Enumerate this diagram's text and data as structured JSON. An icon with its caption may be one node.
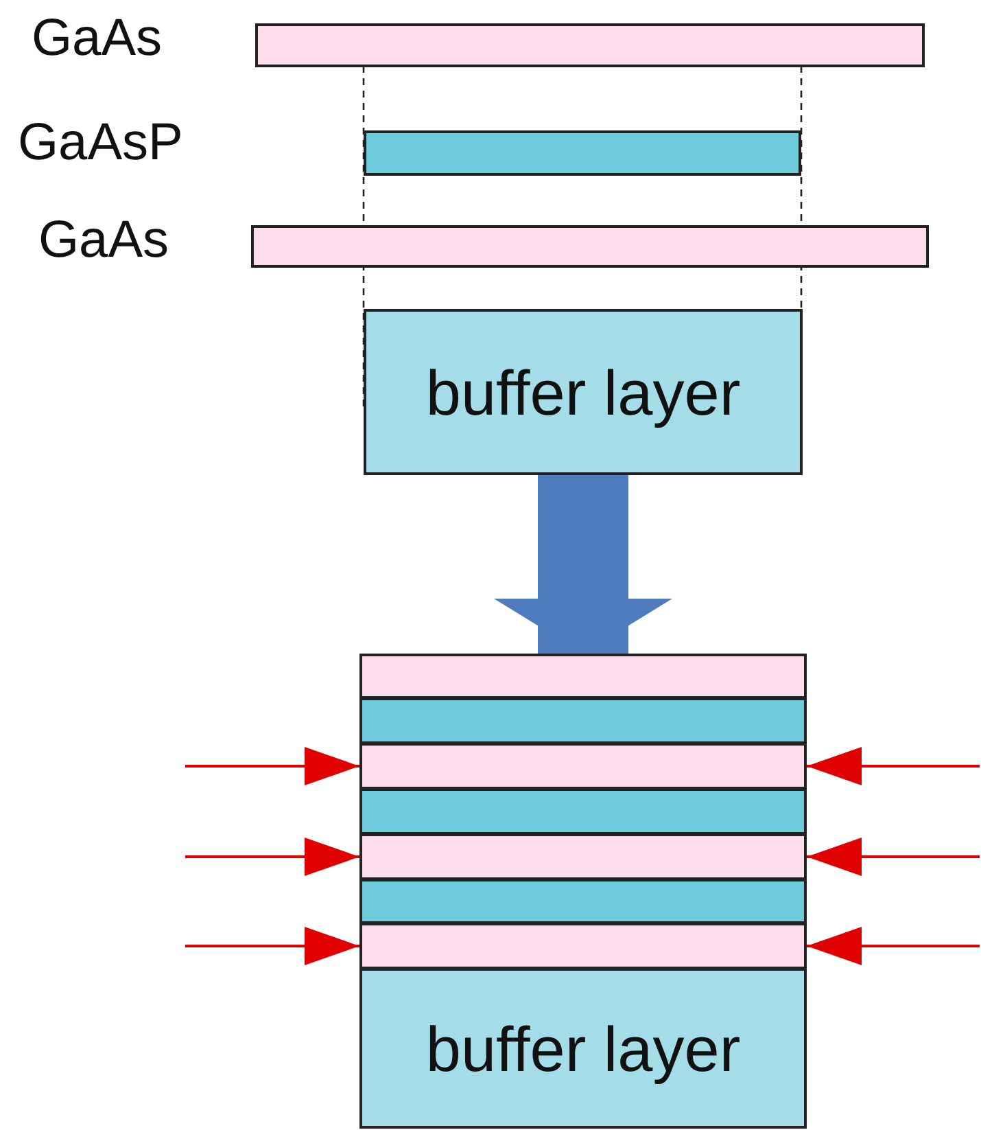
{
  "diagram": {
    "nodes": [
      {
        "text": [],
        "shape": "bar",
        "beside": [
          "GaAs"
        ]
      },
      {
        "text": [],
        "shape": "bar"
      },
      {
        "text": [],
        "shape": "bar",
        "beside": [
          "GaAs"
        ]
      },
      {
        "text": [
          "buffer layer"
        ]
      },
      {
        "text": [],
        "shape": "bar"
      },
      {
        "text": [],
        "shape": "bar"
      },
      {
        "text": [],
        "shape": "bar"
      },
      {
        "text": [],
        "shape": "bar"
      },
      {
        "text": [],
        "shape": "bar"
      },
      {
        "text": [],
        "shape": "bar"
      },
      {
        "text": [],
        "shape": "bar"
      },
      {
        "text": [
          "buffer layer"
        ]
      }
    ],
    "labels": [
      "GaAsP"
    ],
    "edges": [
      {
        "from": 3,
        "to": 4,
        "arrow": "to",
        "style": "thick",
        "color": "#4f7bbf"
      },
      {
        "from": null,
        "to": 6,
        "arrow": "to"
      },
      {
        "from": null,
        "to": 6,
        "arrow": "to"
      },
      {
        "from": null,
        "to": 8,
        "arrow": "to"
      },
      {
        "from": null,
        "to": 8,
        "arrow": "to"
      },
      {
        "from": null,
        "to": 10,
        "arrow": "to"
      },
      {
        "from": null,
        "to": 10,
        "arrow": "to"
      }
    ]
  }
}
